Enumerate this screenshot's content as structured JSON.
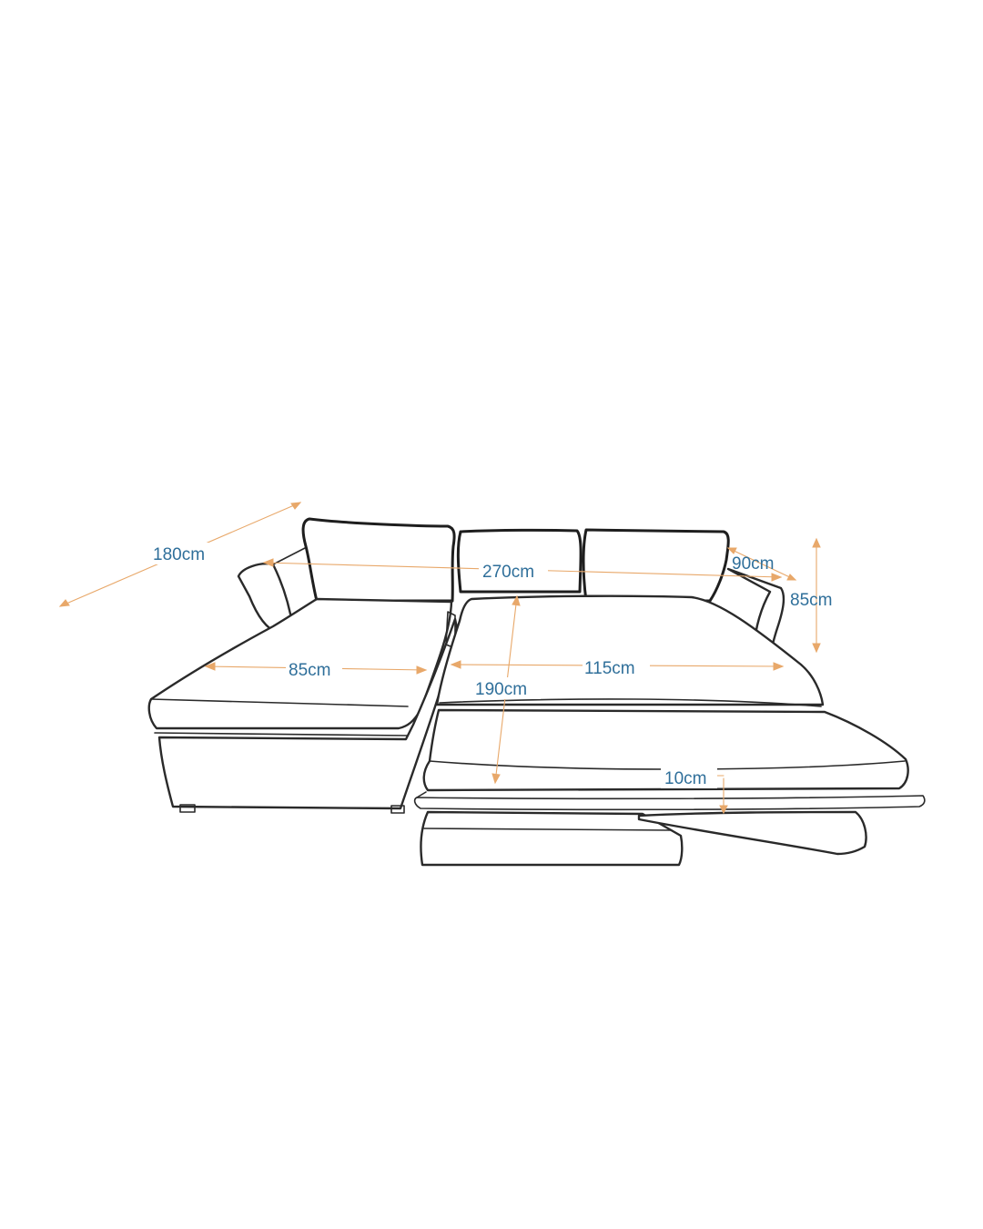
{
  "colors": {
    "outline": "#2a2a2a",
    "dimension_line": "#e8a86a",
    "dimension_text": "#2f6f9a",
    "background": "#ffffff"
  },
  "dimensions": {
    "chaise_depth": "180cm",
    "total_width": "270cm",
    "seat_depth": "90cm",
    "height": "85cm",
    "chaise_width": "85cm",
    "bed_width": "115cm",
    "bed_length": "190cm",
    "mattress_thickness": "10cm"
  }
}
